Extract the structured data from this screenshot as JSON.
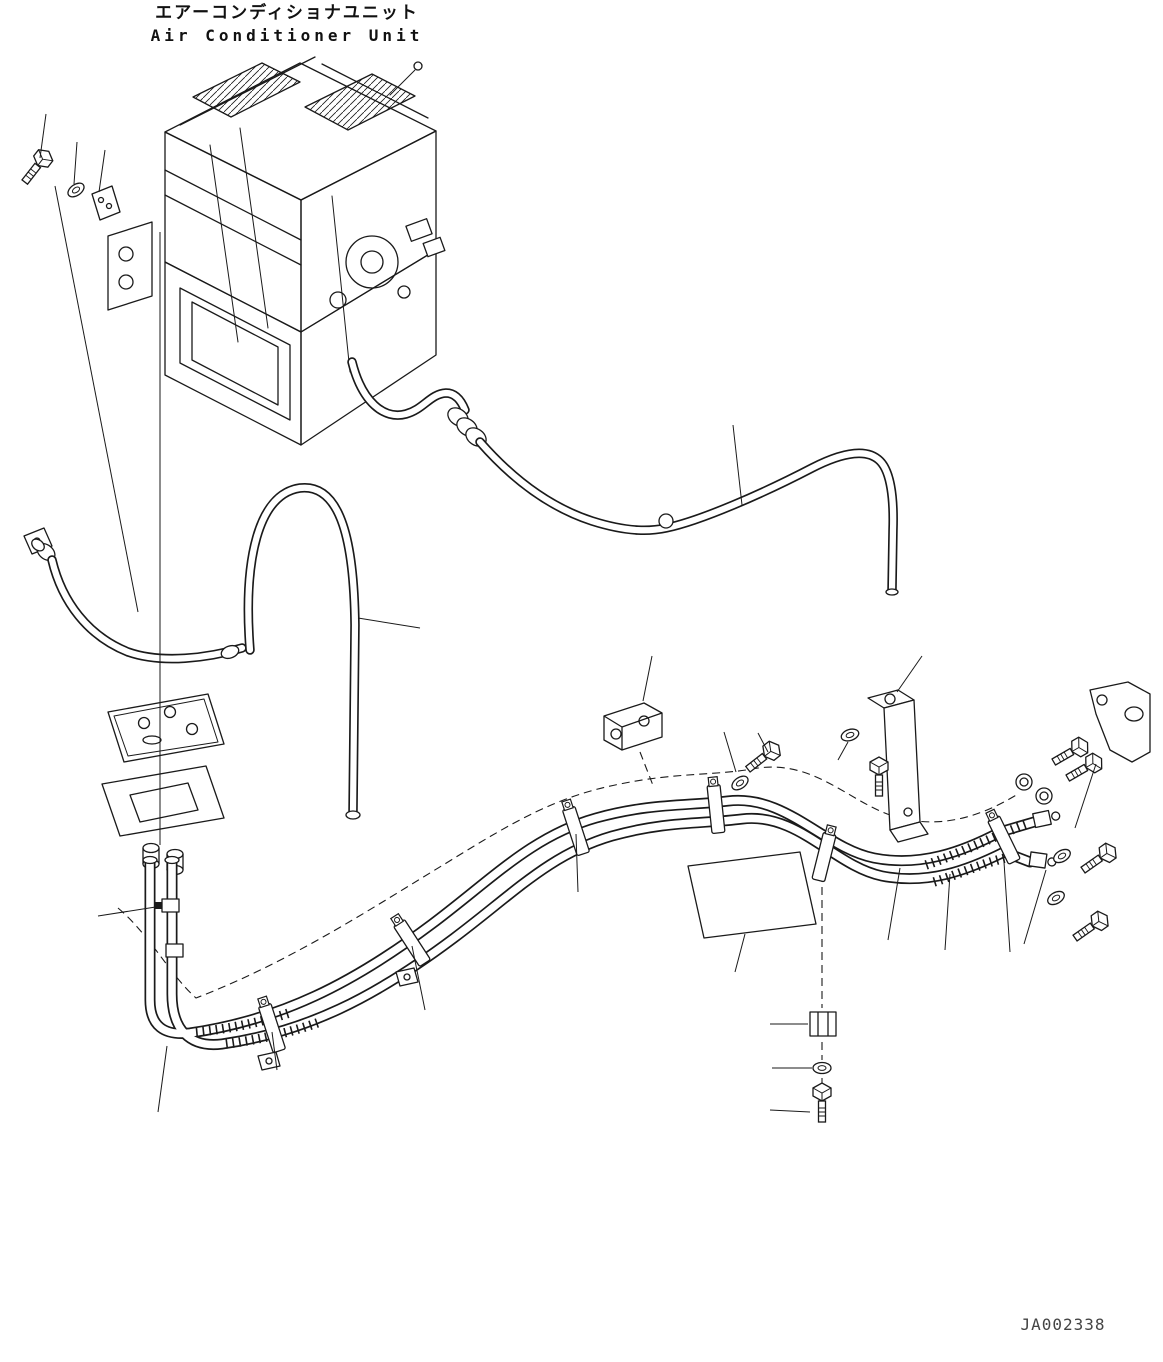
{
  "diagram": {
    "title_ja": "エアーコンディショナユニット",
    "title_en": "Air Conditioner Unit",
    "drawing_number": "JA002338",
    "line_color": "#1a1a1a",
    "background_color": "#ffffff"
  }
}
